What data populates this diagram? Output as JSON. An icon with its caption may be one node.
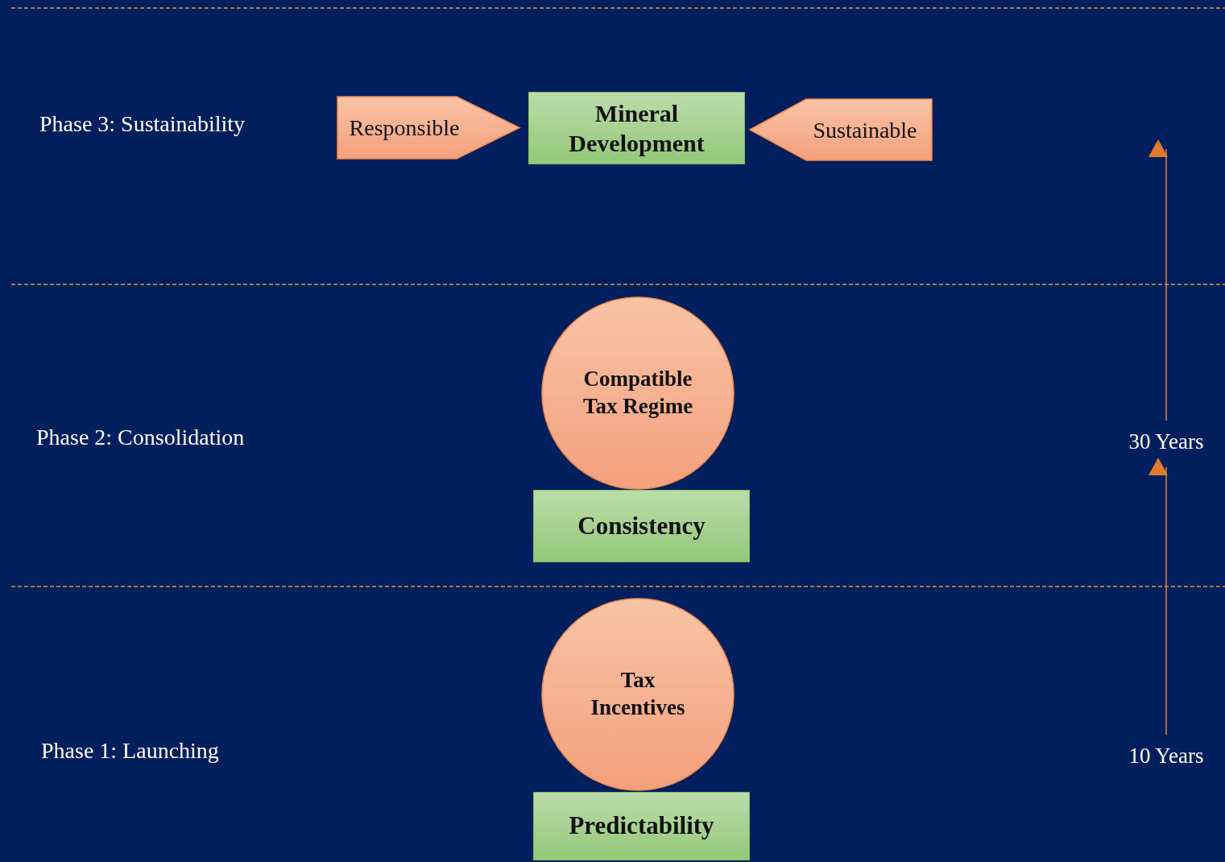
{
  "diagram": {
    "nodes": [
      {
        "text": [
          "Responsible"
        ]
      },
      {
        "text": [
          "Mineral Development"
        ]
      },
      {
        "text": [
          "Sustainable"
        ]
      },
      {
        "text": [
          "Compatible Tax Regime"
        ]
      },
      {
        "text": [
          "Consistency"
        ]
      },
      {
        "text": [
          "Tax Incentives"
        ]
      },
      {
        "text": [
          "Predictability"
        ]
      },
      {
        "text": [
          "30 Years"
        ]
      },
      {
        "text": [
          "10 Years"
        ]
      }
    ],
    "edges": [
      {
        "from": 8,
        "to": 7,
        "arrow": "to",
        "color": "#e07a2e"
      },
      {
        "from": 7,
        "to": null,
        "arrow": "to",
        "color": "#e07a2e"
      }
    ],
    "labels": [
      "Phase 3: Sustainability",
      "Phase 2: Consolidation",
      "Phase 1: Launching"
    ]
  }
}
